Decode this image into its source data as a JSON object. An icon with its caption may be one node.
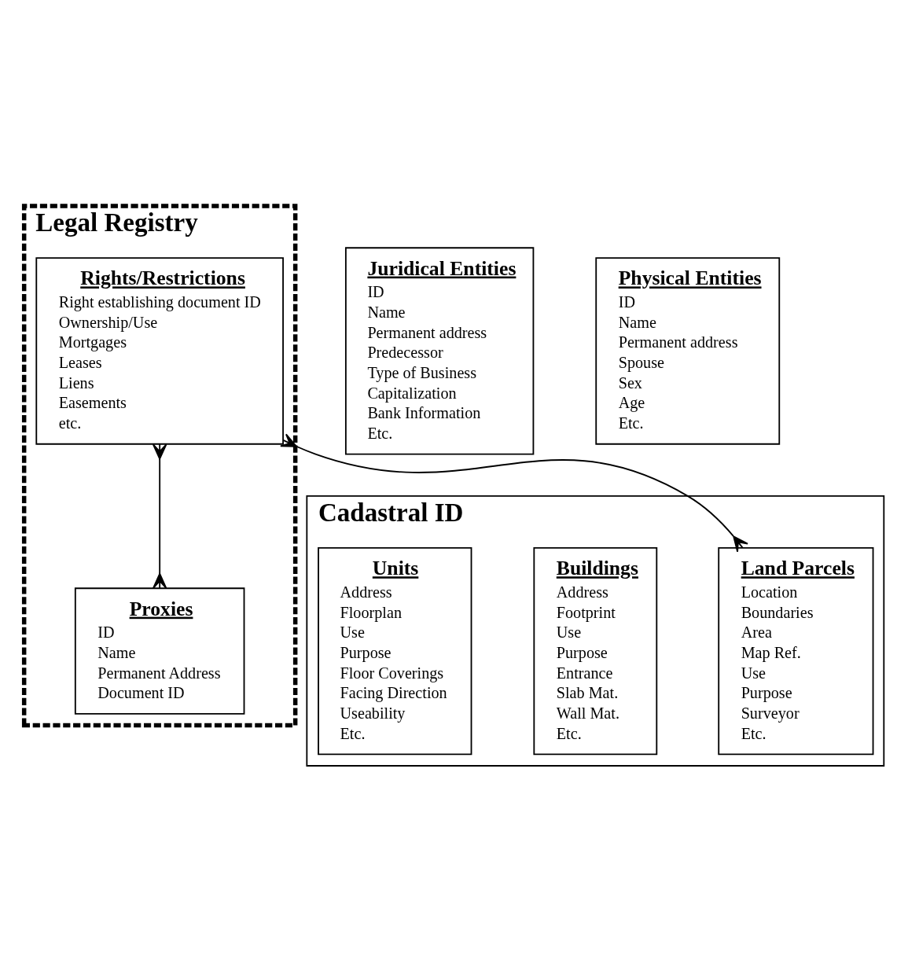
{
  "diagram": {
    "nodes": [
      {
        "text": [
          "Legal Registry"
        ]
      },
      {
        "text": [
          "Rights/Restrictions",
          "Right establishing document ID",
          "Ownership/Use",
          "Mortgages",
          "Leases",
          "Liens",
          "Easements",
          "etc."
        ],
        "in": 0
      },
      {
        "text": [
          "Proxies",
          "ID",
          "Name",
          "Permanent Address",
          "Document ID"
        ],
        "in": 0
      },
      {
        "text": [
          "Juridical Entities",
          "ID",
          "Name",
          "Permanent address",
          "Predecessor",
          "Type of Business",
          "Capitalization",
          "Bank Information",
          "Etc."
        ]
      },
      {
        "text": [
          "Physical Entities",
          "ID",
          "Name",
          "Permanent address",
          "Spouse",
          "Sex",
          "Age",
          "Etc."
        ]
      },
      {
        "text": [
          "Cadastral ID"
        ]
      },
      {
        "text": [
          "Land Parcels",
          "Location",
          "Boundaries",
          "Area",
          "Map Ref.",
          "Use",
          "Purpose",
          "Surveyor",
          "Etc."
        ],
        "in": 5
      },
      {
        "text": [
          "Buildings",
          "Address",
          "Footprint",
          "Use",
          "Purpose",
          "Entrance",
          "Slab Mat.",
          "Wall Mat.",
          "Etc."
        ],
        "in": 5
      },
      {
        "text": [
          "Units",
          "Address",
          "Floorplan",
          "Use",
          "Purpose",
          "Floor Coverings",
          "Facing Direction",
          "Useability",
          "Etc."
        ],
        "in": 5
      }
    ],
    "edges": [
      {
        "from": 1,
        "to": 2,
        "arrow": "other"
      },
      {
        "from": 1,
        "to": 6,
        "arrow": "other"
      }
    ]
  }
}
